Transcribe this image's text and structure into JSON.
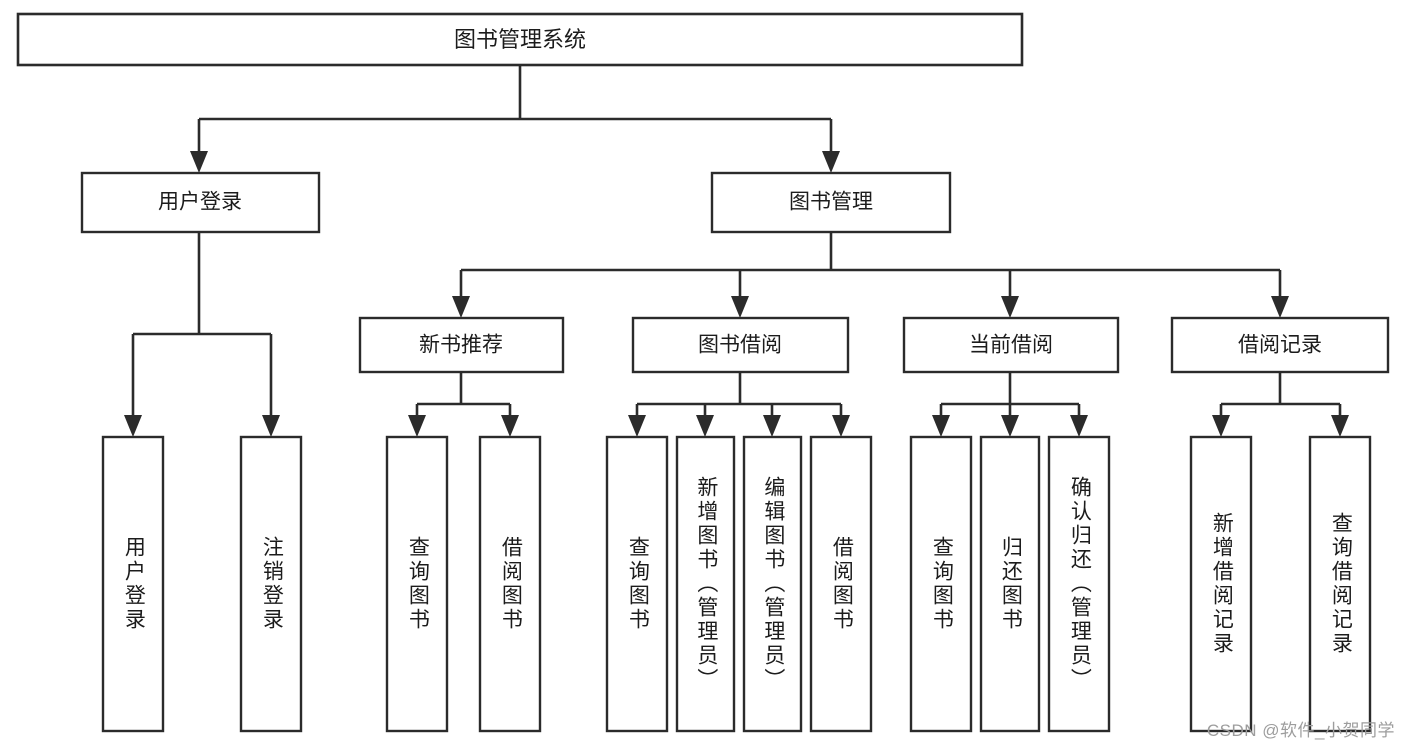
{
  "diagram": {
    "title": "图书管理系统",
    "type": "tree",
    "orientation": "top-down",
    "colors": {
      "box_fill": "#ffffff",
      "box_stroke": "#2b2b2b",
      "connector": "#2b2b2b",
      "text": "#1c1c1c",
      "background": "#ffffff",
      "watermark": "#9d9d9d"
    }
  },
  "watermark": {
    "text": "CSDN @软件_小贺同学"
  },
  "nodes": {
    "root": {
      "label": "图书管理系统",
      "level": 1
    },
    "level2": [
      {
        "id": "user-login",
        "label": "用户登录"
      },
      {
        "id": "book-management",
        "label": "图书管理"
      }
    ],
    "level3": [
      {
        "id": "new-book-recommend",
        "label": "新书推荐",
        "parent": "book-management"
      },
      {
        "id": "book-borrow",
        "label": "图书借阅",
        "parent": "book-management"
      },
      {
        "id": "current-borrow",
        "label": "当前借阅",
        "parent": "book-management"
      },
      {
        "id": "borrow-record",
        "label": "借阅记录",
        "parent": "book-management"
      }
    ],
    "leaves": [
      {
        "id": "leaf-user-login",
        "label": "用户登录",
        "parent": "user-login"
      },
      {
        "id": "leaf-logout-login",
        "label": "注销登录",
        "parent": "user-login"
      },
      {
        "id": "leaf-query-book-1",
        "label": "查询图书",
        "parent": "new-book-recommend"
      },
      {
        "id": "leaf-borrow-book-1",
        "label": "借阅图书",
        "parent": "new-book-recommend"
      },
      {
        "id": "leaf-query-book-2",
        "label": "查询图书",
        "parent": "book-borrow"
      },
      {
        "id": "leaf-add-book",
        "label": "新增图书（管理员）",
        "parent": "book-borrow"
      },
      {
        "id": "leaf-edit-book",
        "label": "编辑图书（管理员）",
        "parent": "book-borrow"
      },
      {
        "id": "leaf-borrow-book-2",
        "label": "借阅图书",
        "parent": "book-borrow"
      },
      {
        "id": "leaf-query-book-3",
        "label": "查询图书",
        "parent": "current-borrow"
      },
      {
        "id": "leaf-return-book",
        "label": "归还图书",
        "parent": "current-borrow"
      },
      {
        "id": "leaf-confirm-return",
        "label": "确认归还（管理员）",
        "parent": "current-borrow"
      },
      {
        "id": "leaf-add-record",
        "label": "新增借阅记录",
        "parent": "borrow-record"
      },
      {
        "id": "leaf-query-record",
        "label": "查询借阅记录",
        "parent": "borrow-record"
      }
    ]
  }
}
